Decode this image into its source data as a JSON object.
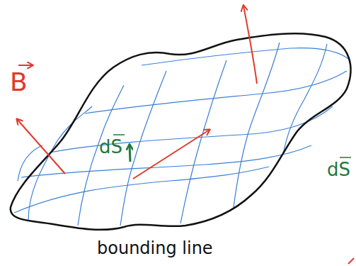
{
  "diagram": {
    "labels": [
      "B",
      "dS",
      "dS",
      "bounding line"
    ]
  }
}
